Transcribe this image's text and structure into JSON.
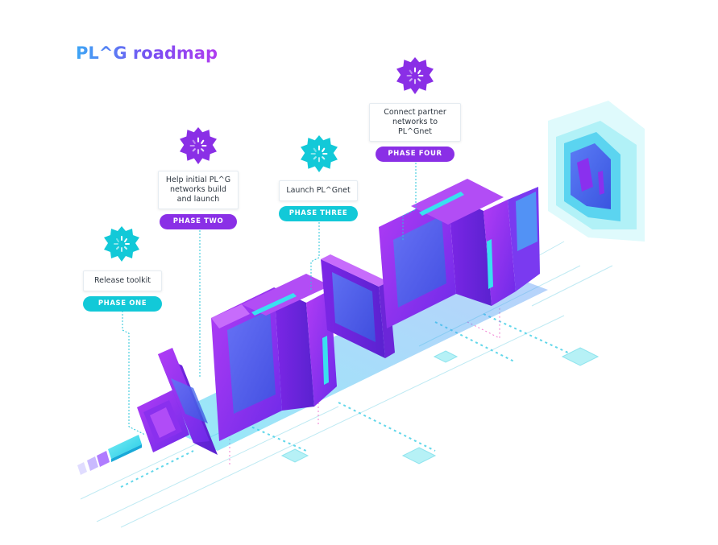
{
  "title": "PL^G roadmap",
  "colors": {
    "title_gradient": [
      "#3da6f5",
      "#7a4cf2",
      "#b03cf0"
    ],
    "cyan": "#12c9d8",
    "purple": "#8a2fe6",
    "block_purple": "#9a2cf0",
    "block_blue": "#3e6ff2"
  },
  "phases": [
    {
      "label": "PHASE ONE",
      "text": "Release toolkit",
      "badge_icon": "loading-spinner-icon",
      "badge_color": "cyan"
    },
    {
      "label": "PHASE TWO",
      "text": "Help initial PL^G networks build and launch",
      "badge_icon": "loading-spinner-icon",
      "badge_color": "purple"
    },
    {
      "label": "PHASE THREE",
      "text": "Launch PL^Gnet",
      "badge_icon": "loading-spinner-icon",
      "badge_color": "cyan"
    },
    {
      "label": "PHASE FOUR",
      "text": "Connect partner networks to PL^Gnet",
      "badge_icon": "loading-spinner-icon",
      "badge_color": "purple"
    }
  ]
}
